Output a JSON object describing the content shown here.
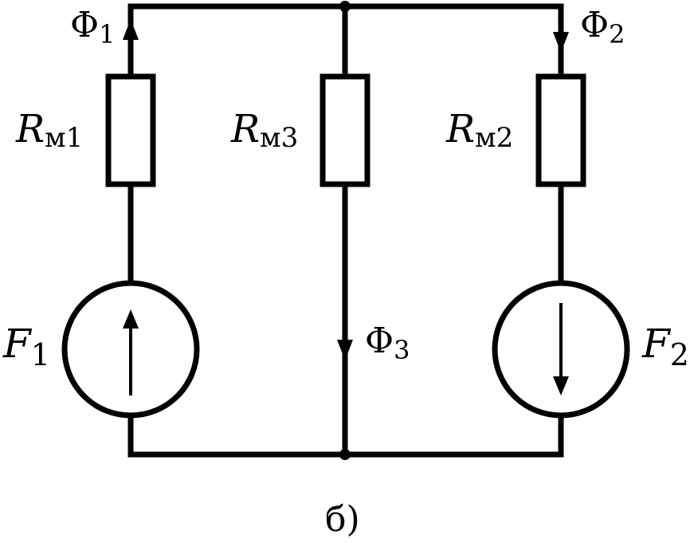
{
  "labels": {
    "phi1": {
      "main": "Φ",
      "sub": "1"
    },
    "phi2": {
      "main": "Φ",
      "sub": "2"
    },
    "phi3": {
      "main": "Φ",
      "sub": "3"
    },
    "rm1": {
      "main": "R",
      "sub": "м1"
    },
    "rm3": {
      "main": "R",
      "sub": "м3"
    },
    "rm2": {
      "main": "R",
      "sub": "м2"
    },
    "f1": {
      "main": "F",
      "sub": "1"
    },
    "f2": {
      "main": "F",
      "sub": "2"
    },
    "caption": "б)"
  }
}
